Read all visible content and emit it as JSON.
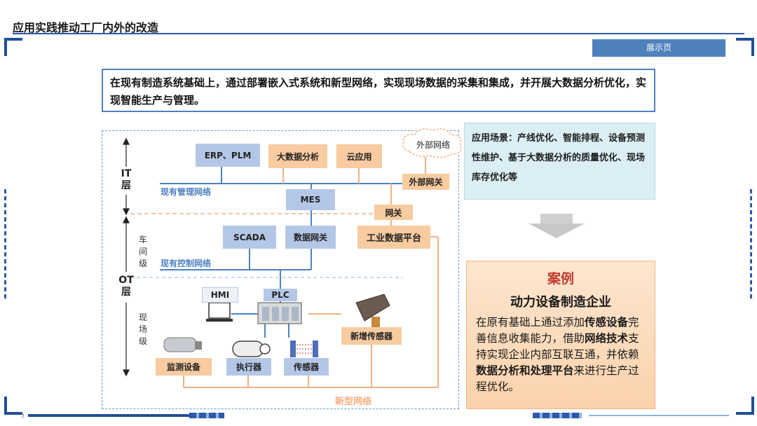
{
  "page": {
    "title": "应用实践推动工厂内外的改造",
    "badge": "展示页",
    "page_number": "7"
  },
  "intro": {
    "text": "在现有制造系统基础上，通过部署嵌入式系统和新型网络，实现现场数据的采集和集成，并开展大数据分析优化，实现智能生产与管理。"
  },
  "diagram": {
    "layers": {
      "it_line1": "IT",
      "it_line2": "层",
      "ot_line1": "OT",
      "ot_line2": "层",
      "workshop": "车\n间\n级",
      "field": "现\n场\n级"
    },
    "boxes": {
      "erp": "ERP、PLM",
      "bigdata": "大数据分析",
      "cloud": "云应用",
      "external_net": "外部网络",
      "external_gw": "外部网关",
      "mes": "MES",
      "gateway": "网关",
      "scada": "SCADA",
      "data_gw": "数据网关",
      "platform": "工业数据平台",
      "hmi": "HMI",
      "plc": "PLC",
      "new_sensor": "新增传感器",
      "monitor": "监测设备",
      "actuator": "执行器",
      "sensor": "传感器"
    },
    "networks": {
      "mgmt": "现有管理网络",
      "ctrl": "现有控制网络",
      "new": "新型网络"
    }
  },
  "scenario": {
    "text": "应用场景：产线优化、智能排程、设备预测性维护、基于大数据分析的质量优化、现场库存优化等"
  },
  "case": {
    "title": "案例",
    "subtitle": "动力设备制造企业",
    "p1": "在原有基础上通过添加",
    "b1": "传感设备",
    "p2": "完善信息收集能力，借助",
    "b2": "网络技术",
    "p3": "支持实现企业内部互联互通，并依赖",
    "b3": "数据分析和处理平台",
    "p4": "来进行生产过程优化。"
  },
  "colors": {
    "accent_blue": "#4f81bd",
    "box_blue": "#b4c7e7",
    "box_orange": "#f8cba0",
    "case_red": "#c0392b"
  }
}
